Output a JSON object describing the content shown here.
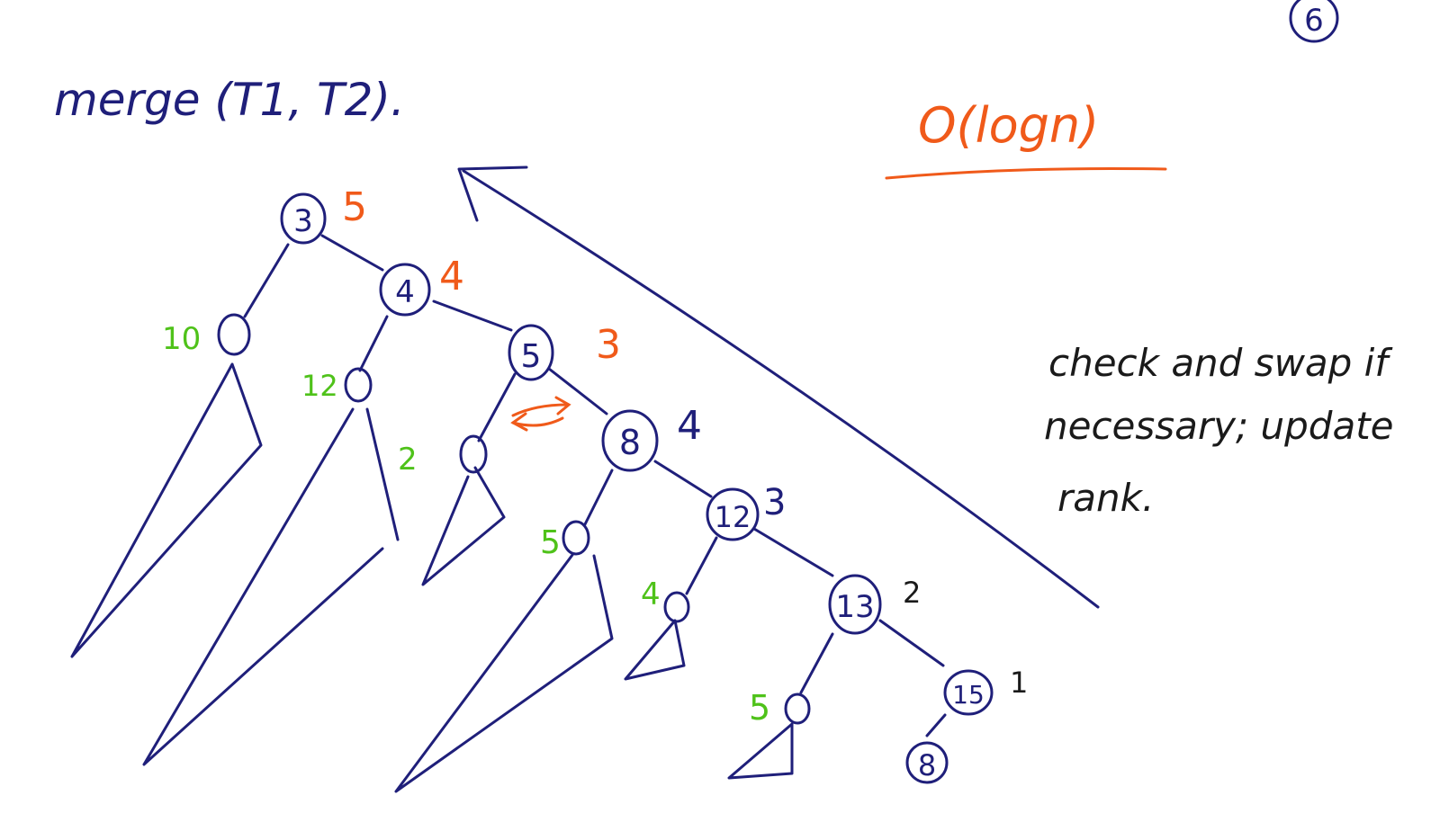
{
  "page_marker": "6",
  "title": "merge (T1, T2).",
  "complexity": "O(logn)",
  "note_lines": [
    "check and swap if",
    "necessary; update",
    "rank."
  ],
  "nodes": [
    {
      "id": "n3",
      "label": "3",
      "rank": "5",
      "rank_color": "orange"
    },
    {
      "id": "n4",
      "label": "4",
      "rank": "4",
      "rank_color": "orange"
    },
    {
      "id": "n5",
      "label": "5",
      "rank": "3",
      "rank_color": "orange"
    },
    {
      "id": "n8",
      "label": "8",
      "rank": "4",
      "rank_color": "blue"
    },
    {
      "id": "n12",
      "label": "12",
      "rank": "3",
      "rank_color": "blue"
    },
    {
      "id": "n13",
      "label": "13",
      "rank": "2",
      "rank_color": "black"
    },
    {
      "id": "n15",
      "label": "15",
      "rank": "1",
      "rank_color": "black"
    }
  ],
  "child_ranks": [
    {
      "id": "c10",
      "label": "10"
    },
    {
      "id": "c12",
      "label": "12"
    },
    {
      "id": "c2",
      "label": "2"
    },
    {
      "id": "c5a",
      "label": "5"
    },
    {
      "id": "c4",
      "label": "4"
    },
    {
      "id": "c5b",
      "label": "5"
    }
  ],
  "leaf_label": "8",
  "colors": {
    "blue": "#1f1f7a",
    "orange": "#f05a1a",
    "green": "#4fc21a"
  }
}
